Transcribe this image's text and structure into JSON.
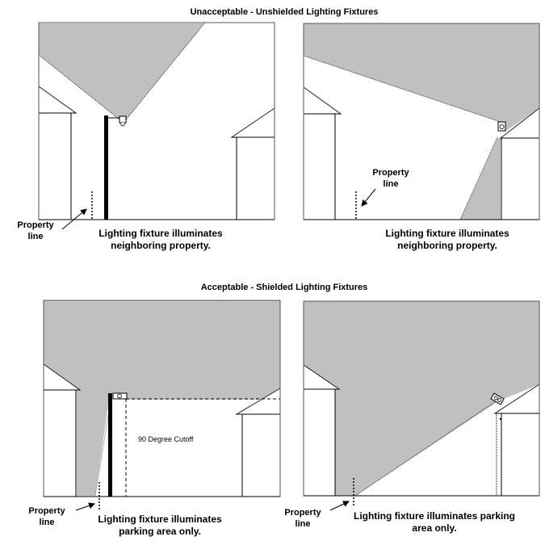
{
  "sections": [
    {
      "title": "Unacceptable - Unshielded Lighting Fixtures",
      "panels": [
        {
          "caption_line1": "Lighting fixture illuminates",
          "caption_line2": "neighboring property.",
          "property_label_line1": "Property",
          "property_label_line2": "line"
        },
        {
          "caption_line1": "Lighting fixture illuminates",
          "caption_line2": "neighboring property.",
          "property_label_line1": "Property",
          "property_label_line2": "line"
        }
      ]
    },
    {
      "title": "Acceptable - Shielded Lighting Fixtures",
      "panels": [
        {
          "caption_line1": "Lighting fixture illuminates",
          "caption_line2": "parking area only.",
          "property_label_line1": "Property",
          "property_label_line2": "line",
          "cutoff_label": "90 Degree Cutoff"
        },
        {
          "caption_line1": "Lighting fixture illuminates parking",
          "caption_line2": "area only.",
          "property_label_line1": "Property",
          "property_label_line2": "line"
        }
      ]
    }
  ],
  "colors": {
    "light_fill": "#c0c0c0",
    "line": "#000000",
    "background": "#ffffff"
  }
}
